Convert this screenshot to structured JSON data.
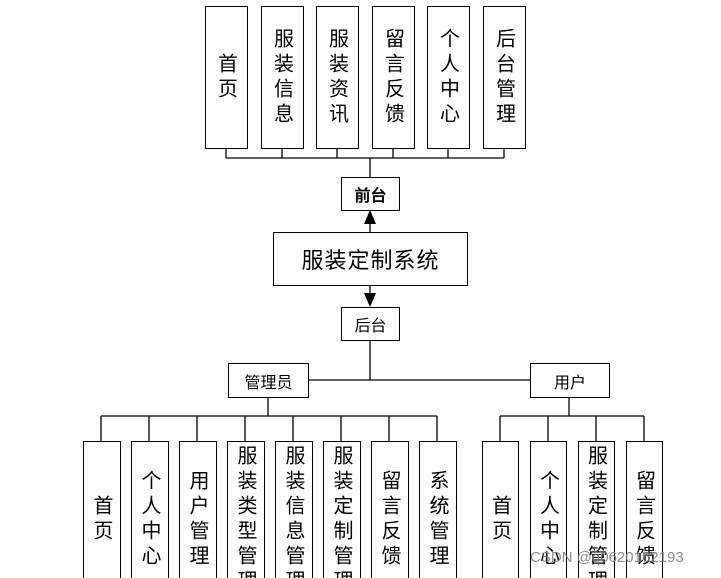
{
  "front_modules": [
    "首页",
    "服装信息",
    "服装资讯",
    "留言反馈",
    "个人中心",
    "后台管理"
  ],
  "front_label": "前台",
  "system_title": "服装定制系统",
  "back_label": "后台",
  "roles": {
    "admin": {
      "label": "管理员",
      "modules": [
        "首页",
        "个人中心",
        "用户管理",
        "服装类型管理",
        "服装信息管理",
        "服装定制管理",
        "留言反馈",
        "系统管理"
      ]
    },
    "user": {
      "label": "用户",
      "modules": [
        "首页",
        "个人中心",
        "服装定制管理",
        "留言反馈"
      ]
    }
  },
  "watermark": "CSDN @q0620162193"
}
